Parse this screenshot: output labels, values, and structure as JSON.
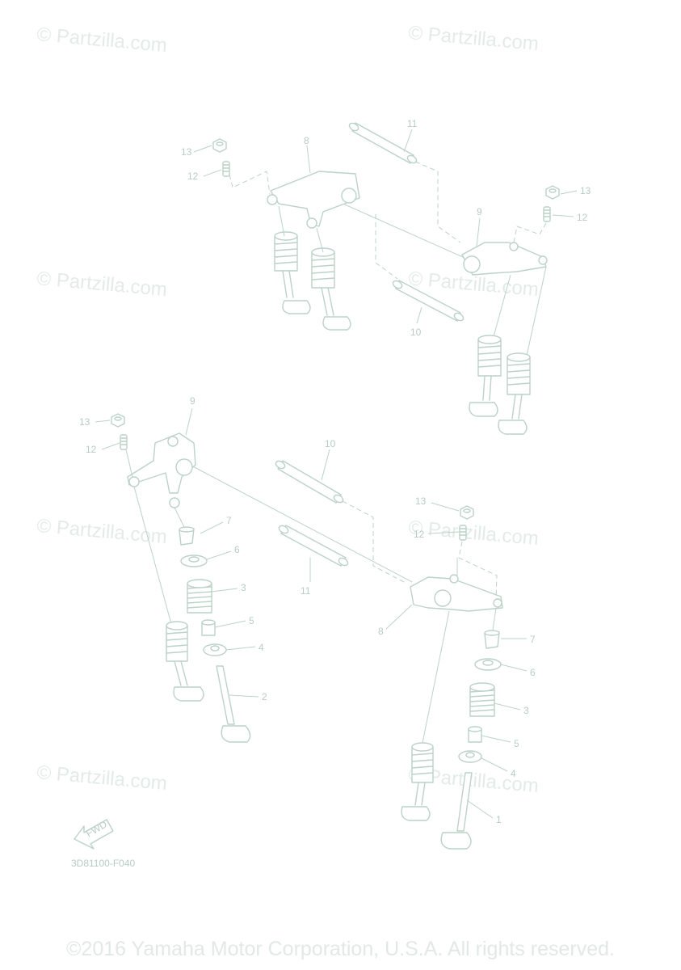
{
  "watermark_text": "© Partzilla.com",
  "figure_code": "3D81100-F040",
  "copyright": "©2016 Yamaha Motor Corporation, U.S.A. All rights reserved.",
  "fwd_label": "FWD",
  "callouts": {
    "upper": {
      "c13": "13",
      "c12": "12",
      "c8": "8",
      "c11": "11",
      "c13r": "13",
      "c12r": "12",
      "c9": "9",
      "c10": "10"
    },
    "lower": {
      "c9": "9",
      "c13": "13",
      "c12": "12",
      "c10": "10",
      "c7": "7",
      "c6": "6",
      "c3": "3",
      "c5": "5",
      "c4": "4",
      "c2": "2",
      "c11": "11",
      "c13r": "13",
      "c12r": "12",
      "c8": "8",
      "c7r": "7",
      "c6r": "6",
      "c3r": "3",
      "c5r": "5",
      "c4r": "4",
      "c1": "1"
    }
  }
}
